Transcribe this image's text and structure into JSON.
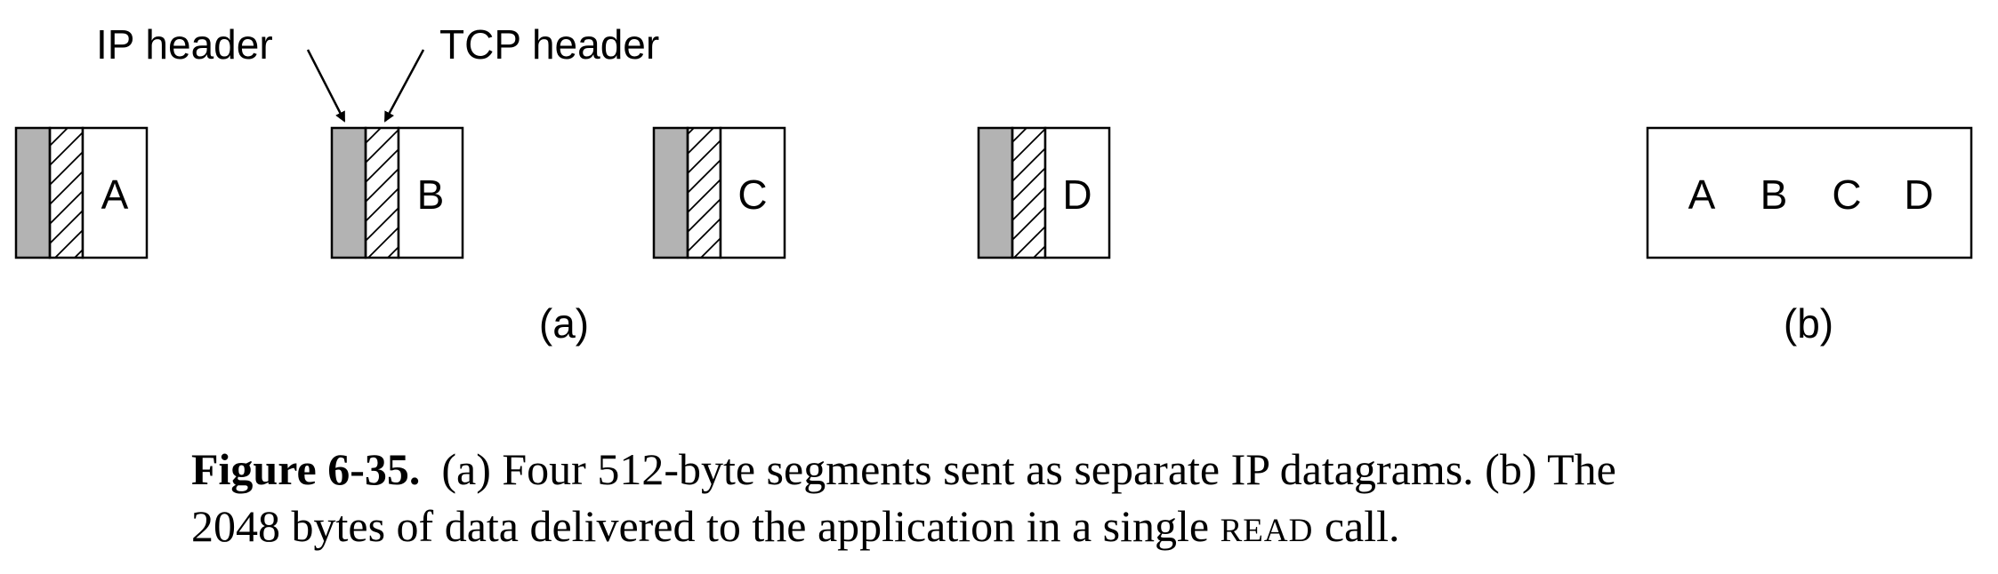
{
  "labels": {
    "ip_header": "IP header",
    "tcp_header": "TCP header",
    "part_a": "(a)",
    "part_b": "(b)"
  },
  "segments": [
    {
      "label": "A"
    },
    {
      "label": "B"
    },
    {
      "label": "C"
    },
    {
      "label": "D"
    }
  ],
  "buffer": [
    "A",
    "B",
    "C",
    "D"
  ],
  "caption": {
    "figure_number": "Figure 6-35.",
    "line1": "(a) Four 512-byte segments sent as separate IP datagrams.  (b) The",
    "line2_start": "2048 bytes of data delivered to the application in a single ",
    "line2_smallcaps": "READ",
    "line2_end": " call."
  },
  "colors": {
    "ip_header_fill": "#b3b3b3",
    "stroke": "#000000"
  }
}
